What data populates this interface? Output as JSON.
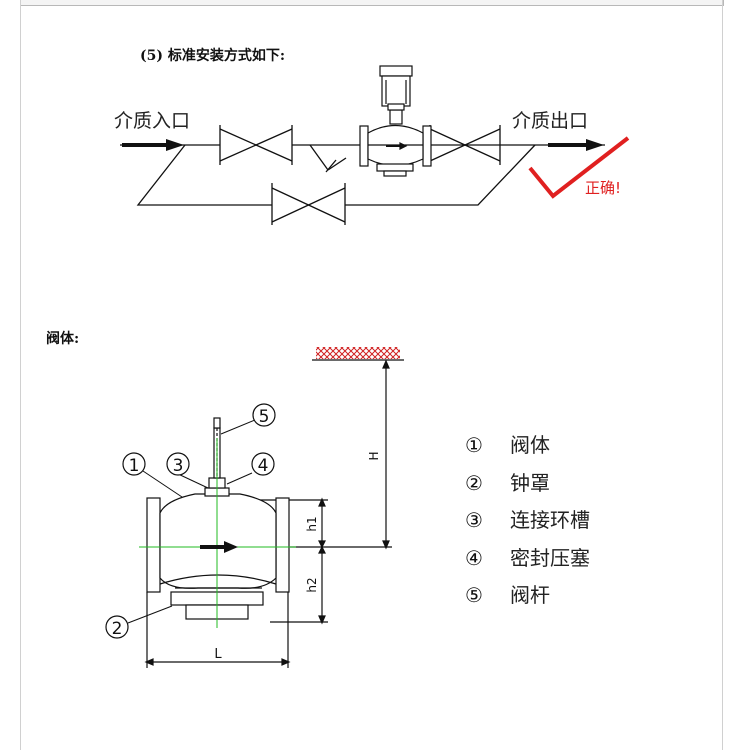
{
  "install": {
    "heading": "(5)  标准安装方式如下:",
    "inlet_label": "介质入口",
    "outlet_label": "介质出口",
    "correct_label": "正确!",
    "correct_color": "#e02020"
  },
  "body": {
    "heading": "阀体:",
    "callouts": [
      "1",
      "2",
      "3",
      "4",
      "5"
    ],
    "dimension_labels": {
      "H": "H",
      "h1": "h1",
      "h2": "h2",
      "L": "L"
    },
    "legend": [
      {
        "num": "①",
        "text": "阀体"
      },
      {
        "num": "②",
        "text": "钟罩"
      },
      {
        "num": "③",
        "text": "连接环槽"
      },
      {
        "num": "④",
        "text": "密封压塞"
      },
      {
        "num": "⑤",
        "text": "阀杆"
      }
    ],
    "hatch_color": "#d02020",
    "centerline_color": "#22bb22"
  }
}
